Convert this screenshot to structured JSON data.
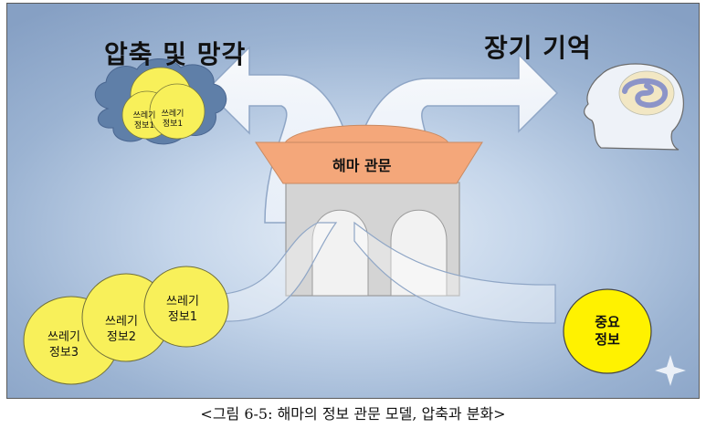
{
  "diagram": {
    "compression_label": "압축 및 망각",
    "long_term_label": "장기 기억",
    "gate_label": "해마 관문",
    "trash_items": [
      "쓰레기\n정보1",
      "쓰레기\n정보2",
      "쓰레기\n정보3"
    ],
    "cloud_items": [
      "쓰레기\n정보1",
      "쓰레기\n정보1"
    ],
    "important_item": "중요\n정보",
    "colors": {
      "gate_orange": "#f4a77a",
      "gate_gray": "#d4d4d4",
      "bubble_yellow": "#f8f05a",
      "important_yellow": "#fff200",
      "cloud": "#5f7fa8"
    }
  },
  "caption": "<그림 6-5: 해마의 정보 관문 모델, 압축과 분화>"
}
